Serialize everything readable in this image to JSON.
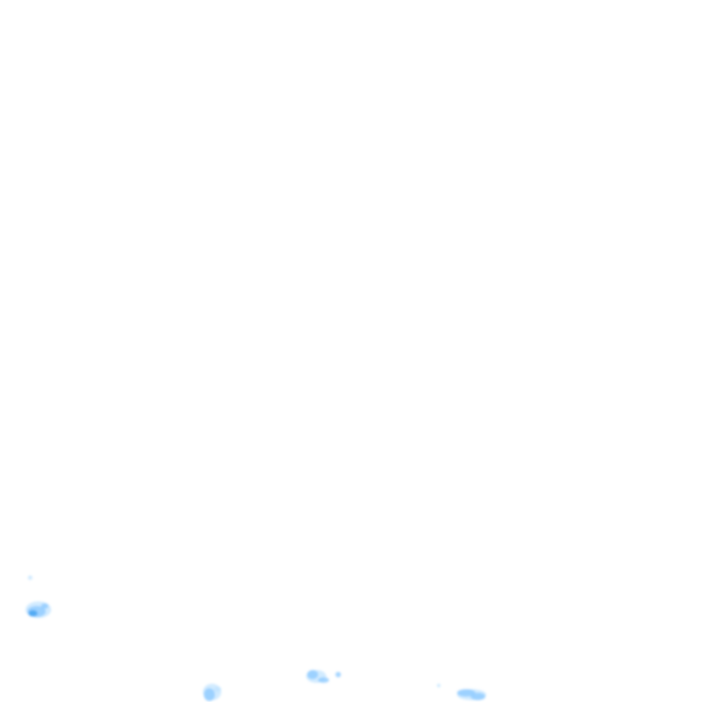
{
  "map": {
    "layer": "precipitation-radar-overlay",
    "colors": {
      "light": "#bfe3ff",
      "medium": "#8fcbff",
      "strong": "#4aa6f2"
    },
    "echo_intensity_levels": [
      "light",
      "medium",
      "strong"
    ]
  }
}
